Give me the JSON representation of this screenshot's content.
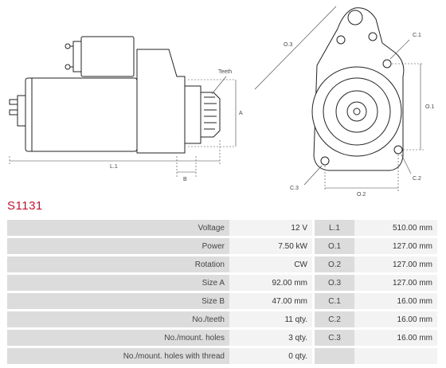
{
  "drawing": {
    "labels": {
      "teeth": "Teeth",
      "a": "A",
      "b": "B",
      "l1": "L.1",
      "o1": "O.1",
      "o2": "O.2",
      "o3": "O.3",
      "c1": "C.1",
      "c2": "C.2",
      "c3": "C.3"
    }
  },
  "product_code": "S1131",
  "specs": [
    {
      "label": "Voltage",
      "value": "12 V",
      "dim_label": "L.1",
      "dim_value": "510.00 mm"
    },
    {
      "label": "Power",
      "value": "7.50 kW",
      "dim_label": "O.1",
      "dim_value": "127.00 mm"
    },
    {
      "label": "Rotation",
      "value": "CW",
      "dim_label": "O.2",
      "dim_value": "127.00 mm"
    },
    {
      "label": "Size A",
      "value": "92.00 mm",
      "dim_label": "O.3",
      "dim_value": "127.00 mm"
    },
    {
      "label": "Size B",
      "value": "47.00 mm",
      "dim_label": "C.1",
      "dim_value": "16.00 mm"
    },
    {
      "label": "No./teeth",
      "value": "11 qty.",
      "dim_label": "C.2",
      "dim_value": "16.00 mm"
    },
    {
      "label": "No./mount. holes",
      "value": "3 qty.",
      "dim_label": "C.3",
      "dim_value": "16.00 mm"
    },
    {
      "label": "No./mount. holes with thread",
      "value": "0 qty.",
      "dim_label": "",
      "dim_value": ""
    }
  ]
}
